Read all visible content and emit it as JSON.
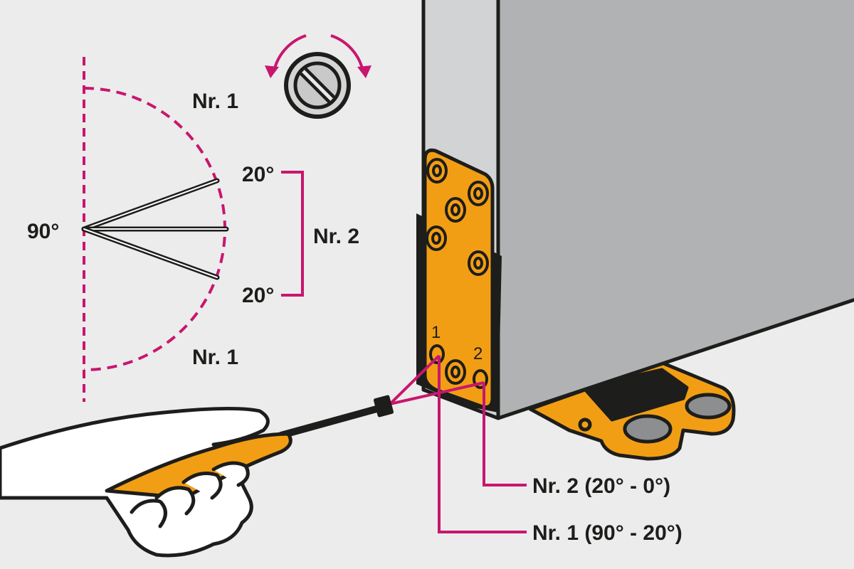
{
  "colors": {
    "background": "#ececec",
    "accent": "#c8166e",
    "hardware": "#f29e14",
    "door_face": "#b1b2b4",
    "door_edge": "#d2d3d5",
    "outline": "#1d1d1b"
  },
  "diagram": {
    "angle_labels": {
      "full": "90°",
      "upper_20": "20°",
      "lower_20": "20°"
    },
    "zones": {
      "upper": "Nr. 1",
      "middle": "Nr. 2",
      "lower": "Nr. 1"
    },
    "screw_numbers": {
      "one": "1",
      "two": "2"
    },
    "callouts": {
      "nr2": "Nr. 2 (20° - 0°)",
      "nr1": "Nr. 1 (90° - 20°)"
    },
    "icons": [
      "rotate-screw-icon",
      "screwdriver",
      "hand"
    ]
  }
}
